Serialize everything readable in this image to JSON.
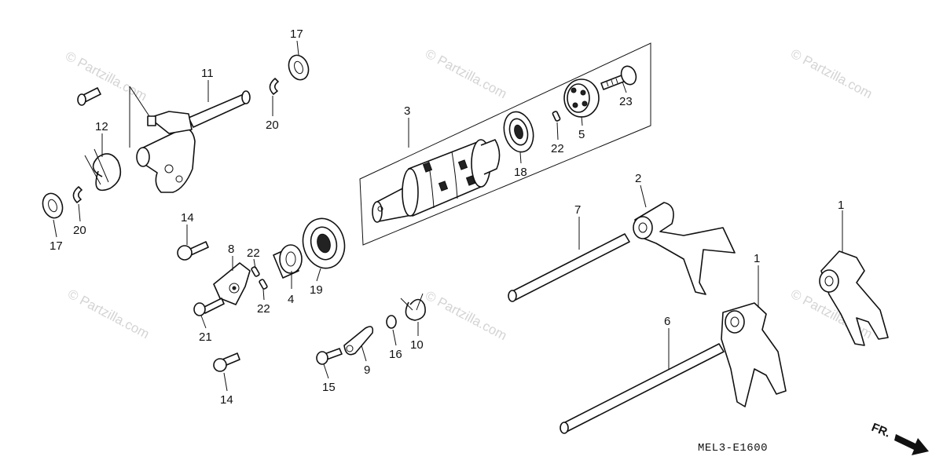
{
  "watermark": {
    "text": "© Partzilla.com"
  },
  "callouts": {
    "c1a": "1",
    "c1b": "1",
    "c2": "2",
    "c3": "3",
    "c4": "4",
    "c5": "5",
    "c6": "6",
    "c7": "7",
    "c8": "8",
    "c9": "9",
    "c10": "10",
    "c11": "11",
    "c12": "12",
    "c14a": "14",
    "c14b": "14",
    "c15": "15",
    "c16": "16",
    "c17a": "17",
    "c17b": "17",
    "c18": "18",
    "c19": "19",
    "c20a": "20",
    "c20b": "20",
    "c21": "21",
    "c22a": "22",
    "c22b": "22",
    "c22c": "22",
    "c23": "23"
  },
  "diagram_code": "MEL3-E1600",
  "front_indicator": "FR."
}
